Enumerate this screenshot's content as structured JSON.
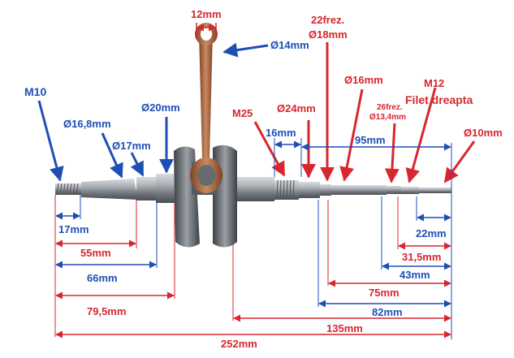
{
  "colors": {
    "blue_annotation": "#1f4fb5",
    "red_annotation": "#d8262e",
    "shaft_steel": "#8f9499",
    "connecting_rod": "#a8663f",
    "background": "#ffffff"
  },
  "labels": {
    "top_12mm": "12mm",
    "rod_diameter": "Ø14mm",
    "m10": "M10",
    "d16_8": "Ø16,8mm",
    "d17": "Ø17mm",
    "d20": "Ø20mm",
    "m25": "M25",
    "d24": "Ø24mm",
    "frez22": "22frez.",
    "d18": "Ø18mm",
    "d16": "Ø16mm",
    "m12": "M12",
    "filet": "Filet dreapta",
    "frez26": "26frez.",
    "d13_4": "Ø13,4mm",
    "d10": "Ø10mm",
    "len16": "16mm",
    "len95": "95mm",
    "len17": "17mm",
    "len55": "55mm",
    "len66": "66mm",
    "len79_5": "79,5mm",
    "len22": "22mm",
    "len31_5": "31,5mm",
    "len43": "43mm",
    "len75": "75mm",
    "len82": "82mm",
    "len135": "135mm",
    "len252": "252mm"
  }
}
